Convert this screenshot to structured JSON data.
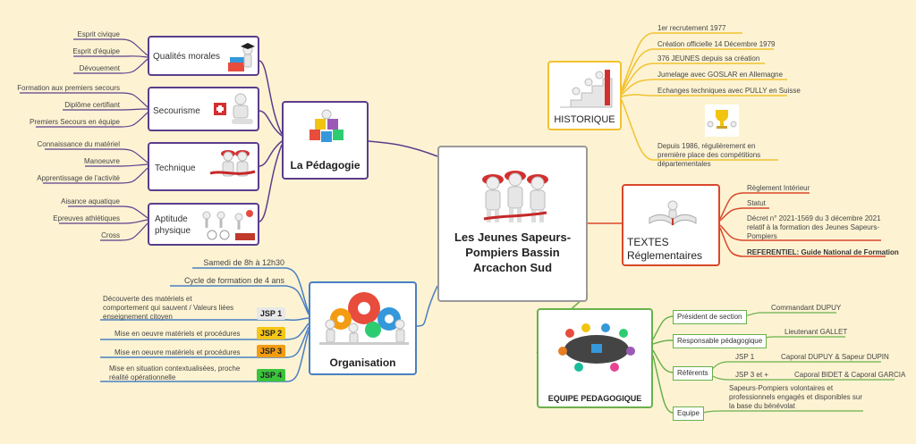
{
  "center": {
    "title": "Les Jeunes Sapeurs-Pompiers Bassin Arcachon Sud"
  },
  "pedagogie": {
    "title": "La Pédagogie",
    "qualites": {
      "label": "Qualités morales",
      "items": [
        "Esprit civique",
        "Esprit d'équipe",
        "Dévouement"
      ]
    },
    "secourisme": {
      "label": "Secourisme",
      "items": [
        "Formation aux premiers secours",
        "Diplôme certifiant",
        "Premiers Secours en équipe"
      ]
    },
    "technique": {
      "label": "Technique",
      "items": [
        "Connaissance du matériel",
        "Manoeuvre",
        "Apprentissage de l'activité"
      ]
    },
    "aptitude": {
      "label": "Aptitude physique",
      "items": [
        "Aisance aquatique",
        "Epreuves athlétiques",
        "Cross"
      ]
    }
  },
  "organisation": {
    "title": "Organisation",
    "schedule": "Samedi de 8h à 12h30",
    "cycle": "Cycle de formation de 4 ans",
    "jsp": [
      {
        "badge": "JSP 1",
        "text": "Découverte des matériels et comportement qui sauvent / Valeurs liées enseignement citoyen",
        "color": "#e8e8e8"
      },
      {
        "badge": "JSP 2",
        "text": "Mise en oeuvre matériels et procédures",
        "color": "#f5c518"
      },
      {
        "badge": "JSP 3",
        "text": "Mise en oeuvre matériels et procédures",
        "color": "#f39c12"
      },
      {
        "badge": "JSP 4",
        "text": "Mise en situation contextualisées, proche réalité opérationnelle",
        "color": "#3bc43b"
      }
    ]
  },
  "historique": {
    "title": "HISTORIQUE",
    "items": [
      "1er recrutement 1977",
      "Création officielle 14 Décembre 1979",
      "376 JEUNES depuis sa création",
      "Jumelage avec GOSLAR en Allemagne",
      "Echanges techniques avec PULLY en Suisse",
      "Depuis 1986, régulièrement en première place des compétitions départementales"
    ]
  },
  "textes": {
    "title": "TEXTES Réglementaires",
    "items": [
      "Règlement Intérieur",
      "Statut",
      "Décret n° 2021-1569 du 3 décembre 2021 relatif à la formation des Jeunes Sapeurs-Pompiers"
    ],
    "referentiel": "REFERENTIEL: Guide National de Formation"
  },
  "equipe": {
    "title": "EQUIPE PEDAGOGIQUE",
    "president": {
      "label": "Président de section",
      "value": "Commandant DUPUY"
    },
    "responsable": {
      "label": "Responsable pédagogique",
      "value": "Lieutenant GALLET"
    },
    "referents": {
      "label": "Référents",
      "jsp1": "JSP 1",
      "jsp1_value": "Caporal DUPUY & Sapeur DUPIN",
      "jsp3": "JSP 3 et +",
      "jsp3_value": "Caporal BIDET & Caporal GARCIA"
    },
    "equipe_label": "Equipe",
    "equipe_text": "Sapeurs-Pompiers volontaires et professionnels engagés et disponibles sur la base du bénévolat"
  },
  "colors": {
    "purple": "#5b3d8c",
    "blue": "#4a7fc1",
    "yellow": "#f2c230",
    "red": "#d9472b",
    "green": "#6ab04c",
    "grey": "#9a9a9a"
  },
  "icons": [
    "firefighters-figure-icon",
    "graduation-figure-icon",
    "first-aid-figure-icon",
    "hose-figure-icon",
    "athletics-figure-icon",
    "puzzle-cubes-icon",
    "gears-team-icon",
    "staircase-figure-icon",
    "trophy-icon",
    "open-book-icon",
    "meeting-table-icon"
  ]
}
